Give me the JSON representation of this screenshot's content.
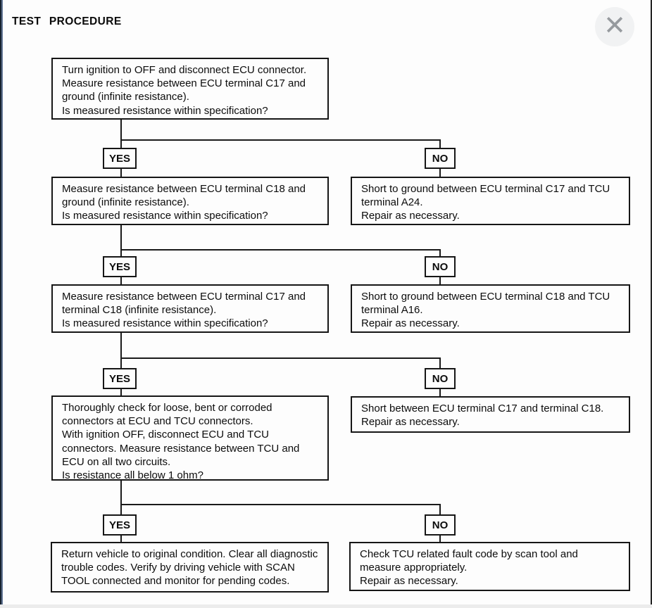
{
  "window": {
    "title": "TEST PROCEDURE",
    "close_icon": "✕"
  },
  "flow": {
    "yes_label": "YES",
    "no_label": "NO",
    "steps": [
      {
        "text": "Turn ignition to OFF and disconnect ECU connector.\nMeasure resistance between ECU terminal C17 and\nground (infinite resistance).\nIs measured resistance within specification?"
      },
      {
        "text": "Measure resistance between ECU terminal C18 and\nground (infinite resistance).\nIs measured resistance within specification?"
      },
      {
        "text": "Measure resistance between ECU terminal C17 and\nterminal C18 (infinite resistance).\nIs measured resistance within specification?"
      },
      {
        "text": "Thoroughly check for loose, bent or corroded\nconnectors at ECU and TCU connectors.\nWith ignition OFF, disconnect ECU and TCU\nconnectors. Measure resistance between TCU and\nECU on all two circuits.\nIs resistance all below 1 ohm?"
      },
      {
        "text": "Return vehicle to original condition. Clear all diagnostic\ntrouble codes. Verify by driving vehicle with SCAN\nTOOL connected and monitor for pending codes."
      }
    ],
    "no_results": [
      {
        "text": "Short to ground between ECU terminal C17 and TCU\nterminal A24.\nRepair as necessary."
      },
      {
        "text": "Short to ground between ECU terminal C18 and TCU\nterminal A16.\nRepair as necessary."
      },
      {
        "text": "Short between ECU terminal C17 and terminal C18.\nRepair as necessary."
      },
      {
        "text": "Check TCU related fault code by scan tool and\nmeasure appropriately.\nRepair as necessary."
      }
    ]
  },
  "colors": {
    "line": "#1a1a1a",
    "box_border": "#161616",
    "close_circle_bg": "#f1f2f3",
    "close_x": "#969a9e",
    "left_edge_dark": "#17222f",
    "left_edge_light": "#627694"
  }
}
